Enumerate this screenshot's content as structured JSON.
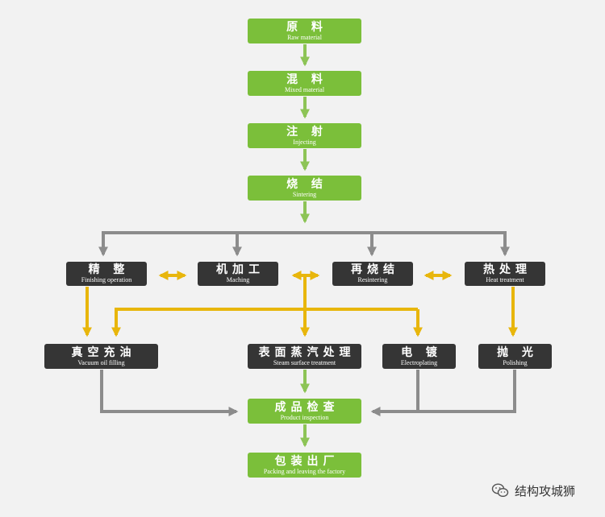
{
  "colors": {
    "background": "#f2f2f2",
    "green_box": "#7bbf3a",
    "dark_box": "#353535",
    "green_arrow": "#8dc456",
    "gray_arrow": "#8c8c8c",
    "yellow_arrow": "#e8b60c"
  },
  "nodes": {
    "raw_material": {
      "zh": "原 料",
      "en": "Raw material"
    },
    "mixed_material": {
      "zh": "混 料",
      "en": "Mixed material"
    },
    "injecting": {
      "zh": "注 射",
      "en": "Injecting"
    },
    "sintering": {
      "zh": "烧 结",
      "en": "Sintering"
    },
    "finishing": {
      "zh": "精 整",
      "en": "Finishing operation"
    },
    "maching": {
      "zh": "机加工",
      "en": "Maching"
    },
    "resintering": {
      "zh": "再烧结",
      "en": "Resintering"
    },
    "heat_treatment": {
      "zh": "热处理",
      "en": "Heat treatment"
    },
    "vacuum_oil": {
      "zh": "真空充油",
      "en": "Vacuum oil filling"
    },
    "steam_surface": {
      "zh": "表面蒸汽处理",
      "en": "Steam surface treatment"
    },
    "electroplating": {
      "zh": "电 镀",
      "en": "Electroplating"
    },
    "polishing": {
      "zh": "抛 光",
      "en": "Polishing"
    },
    "product_inspection": {
      "zh": "成品检查",
      "en": "Product inspection"
    },
    "packing": {
      "zh": "包装出厂",
      "en": "Packing and leaving the factory"
    }
  },
  "watermark": {
    "text": "结构攻城狮",
    "icon": "wechat-icon"
  }
}
